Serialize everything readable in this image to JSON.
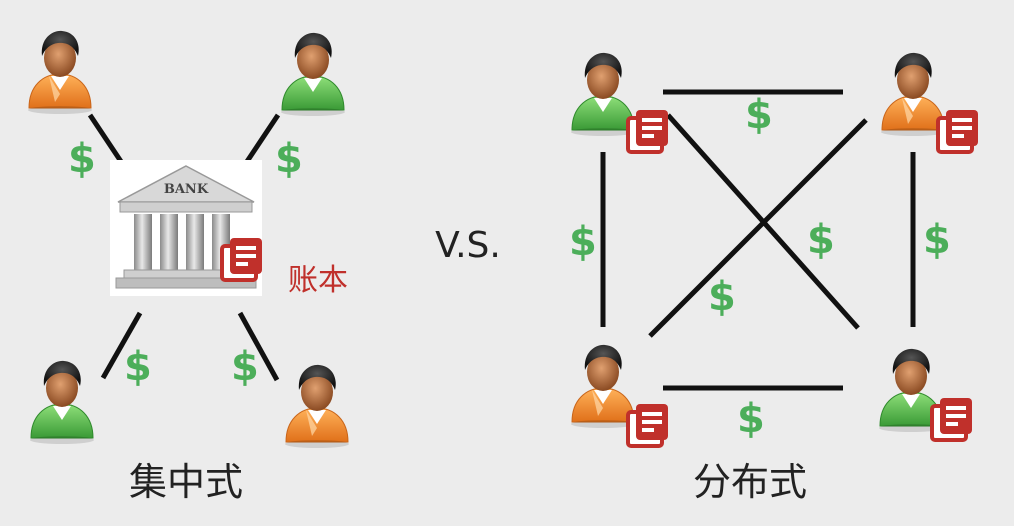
{
  "left": {
    "caption": "集中式",
    "bank_sign": "BANK",
    "ledger_label": "账本",
    "currency_symbol": "$"
  },
  "separator": "V.S.",
  "right": {
    "caption": "分布式",
    "currency_symbol": "$"
  },
  "colors": {
    "background": "#ececec",
    "dollar_green": "#4cae5a",
    "ledger_red": "#c0302b",
    "shirt_orange": "#f08a24",
    "shirt_green": "#5cbf4a"
  },
  "icons": {
    "person": "user-icon",
    "bank": "bank-icon",
    "ledger": "ledger-icon"
  }
}
